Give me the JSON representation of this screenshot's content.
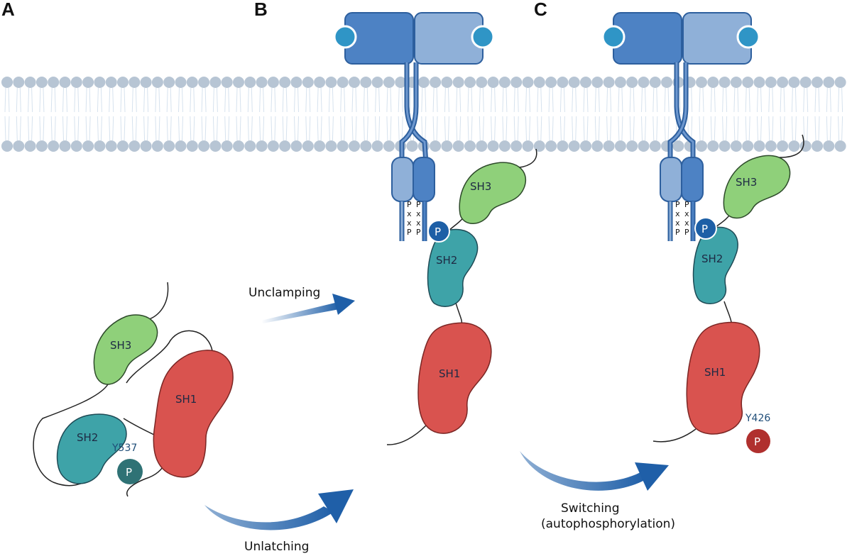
{
  "panels": [
    "A",
    "B",
    "C"
  ],
  "domains": {
    "sh1": "SH1",
    "sh2": "SH2",
    "sh3": "SH3"
  },
  "phospho": {
    "p": "P",
    "y537": "Y537",
    "y426": "Y426"
  },
  "motif": [
    "P",
    "x",
    "x",
    "P"
  ],
  "steps": {
    "unclamping": "Unclamping",
    "unlatching": "Unlatching",
    "switching_line1": "Switching",
    "switching_line2": "(autophosphorylation)"
  },
  "colors": {
    "sh1": "#d9534f",
    "sh2": "#3ea3a8",
    "sh3": "#8fd07a",
    "receptor_dark": "#4d82c4",
    "receptor_light": "#8fb0d8",
    "ligand": "#2f95c6",
    "membrane": "#b7c5d4",
    "arrow": "#1f5fa8",
    "p_teal": "#2f7275",
    "p_blue": "#1d5fa6",
    "p_red": "#b0302e"
  }
}
